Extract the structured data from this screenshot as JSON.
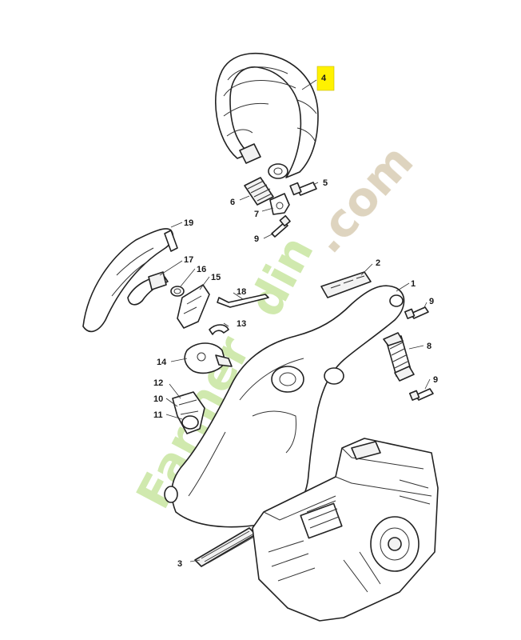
{
  "diagram": {
    "highlight_color": "#fff200",
    "callouts": [
      {
        "id": "c4",
        "label": "4",
        "highlighted": true
      },
      {
        "id": "c5",
        "label": "5"
      },
      {
        "id": "c6",
        "label": "6"
      },
      {
        "id": "c7",
        "label": "7"
      },
      {
        "id": "c9a",
        "label": "9"
      },
      {
        "id": "c19",
        "label": "19"
      },
      {
        "id": "c17",
        "label": "17"
      },
      {
        "id": "c16",
        "label": "16"
      },
      {
        "id": "c15",
        "label": "15"
      },
      {
        "id": "c18",
        "label": "18"
      },
      {
        "id": "c2",
        "label": "2"
      },
      {
        "id": "c1",
        "label": "1"
      },
      {
        "id": "c9b",
        "label": "9"
      },
      {
        "id": "c13",
        "label": "13"
      },
      {
        "id": "c14",
        "label": "14"
      },
      {
        "id": "c8",
        "label": "8"
      },
      {
        "id": "c9c",
        "label": "9"
      },
      {
        "id": "c12",
        "label": "12"
      },
      {
        "id": "c10",
        "label": "10"
      },
      {
        "id": "c11",
        "label": "11"
      },
      {
        "id": "c3",
        "label": "3"
      }
    ],
    "watermark": {
      "text_a": "Farmer",
      "text_b": "din",
      "text_c": ".com",
      "color_green": "#c8e6a0",
      "color_tan": "#d9cdb4"
    }
  }
}
